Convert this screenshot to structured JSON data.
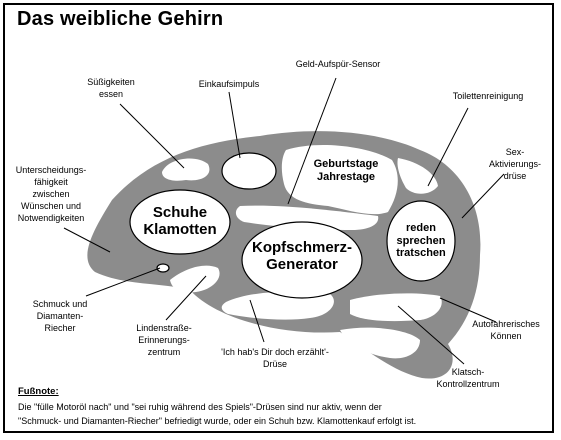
{
  "title": "Das weibliche Gehirn",
  "regions": {
    "schuhe": [
      "Schuhe",
      "Klamotten"
    ],
    "kopfschmerz": [
      "Kopfschmerz-",
      "Generator"
    ],
    "geburtstage": [
      "Geburtstage",
      "Jahrestage"
    ],
    "reden": [
      "reden",
      "sprechen",
      "tratschen"
    ]
  },
  "labels": {
    "suessigkeiten": [
      "Süßigkeiten",
      "essen"
    ],
    "einkaufsimpuls": [
      "Einkaufsimpuls"
    ],
    "geld": [
      "Geld-Aufspür-Sensor"
    ],
    "toilette": [
      "Toilettenreinigung"
    ],
    "sex": [
      "Sex-",
      "Aktivierungs-",
      "drüse"
    ],
    "unterscheidung": [
      "Unterscheidungs-",
      "fähigkeit",
      "zwischen",
      "Wünschen und",
      "Notwendigkeiten"
    ],
    "schmuck": [
      "Schmuck und",
      "Diamanten-",
      "Riecher"
    ],
    "linden": [
      "Lindenstraße-",
      "Erinnerungs-",
      "zentrum"
    ],
    "ichhabs": [
      "'Ich hab's Dir doch erzählt'-",
      "Drüse"
    ],
    "autofahr": [
      "Autofahrerisches",
      "Können"
    ],
    "klatsch": [
      "Klatsch-",
      "Kontrollzentrum"
    ]
  },
  "footnote": {
    "heading": "Fußnote:",
    "line1": "Die \"fülle Motoröl nach\" und \"sei ruhig während des Spiels\"-Drüsen sind nur aktiv, wenn der",
    "line2": "\"Schmuck- und Diamanten-Riecher\" befriedigt wurde, oder ein Schuh bzw. Klamottenkauf erfolgt ist."
  },
  "colors": {
    "brain": "#8c8c8c",
    "outline": "#000000",
    "background": "#ffffff"
  }
}
